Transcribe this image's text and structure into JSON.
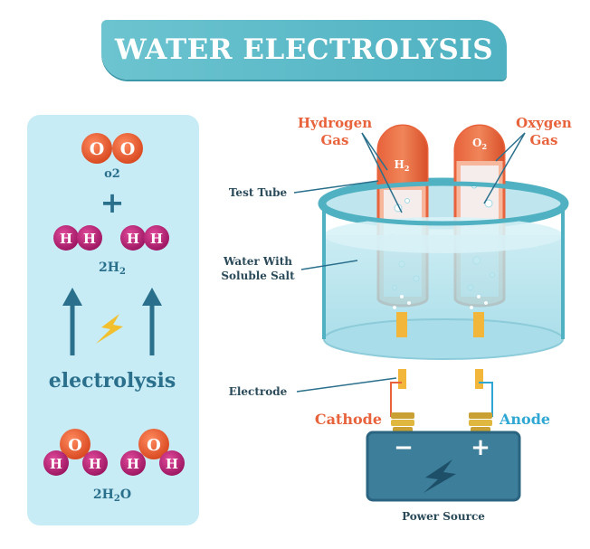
{
  "title": "WATER ELECTROLYSIS",
  "left_panel": {
    "o2_atoms": [
      "O",
      "O"
    ],
    "o2_label": "o2",
    "plus": "+",
    "h_atoms": [
      "H",
      "H",
      "H",
      "H"
    ],
    "h2_label_main": "2H",
    "h2_label_sub": "2",
    "process": "electrolysis",
    "water_o": [
      "O",
      "O"
    ],
    "water_h": [
      "H",
      "H",
      "H",
      "H"
    ],
    "h2o_label_main": "2H",
    "h2o_label_sub": "2",
    "h2o_label_end": "O"
  },
  "diagram": {
    "hydrogen_line1": "Hydrogen",
    "hydrogen_line2": "Gas",
    "oxygen_line1": "Oxygen",
    "oxygen_line2": "Gas",
    "h2_tube_main": "H",
    "h2_tube_sub": "2",
    "o2_tube_main": "O",
    "o2_tube_sub": "2",
    "test_tube": "Test Tube",
    "water_line1": "Water With",
    "water_line2": "Soluble Salt",
    "electrode": "Electrode",
    "cathode": "Cathode",
    "anode": "Anode",
    "minus": "−",
    "plus": "+",
    "power_source": "Power Source"
  },
  "colors": {
    "teal": "#4fb1c1",
    "orange": "#e8633c",
    "magenta": "#c2257a",
    "blue_text": "#2a6f8c",
    "anode_blue": "#2fa7d3",
    "battery": "#3d7e9a"
  }
}
